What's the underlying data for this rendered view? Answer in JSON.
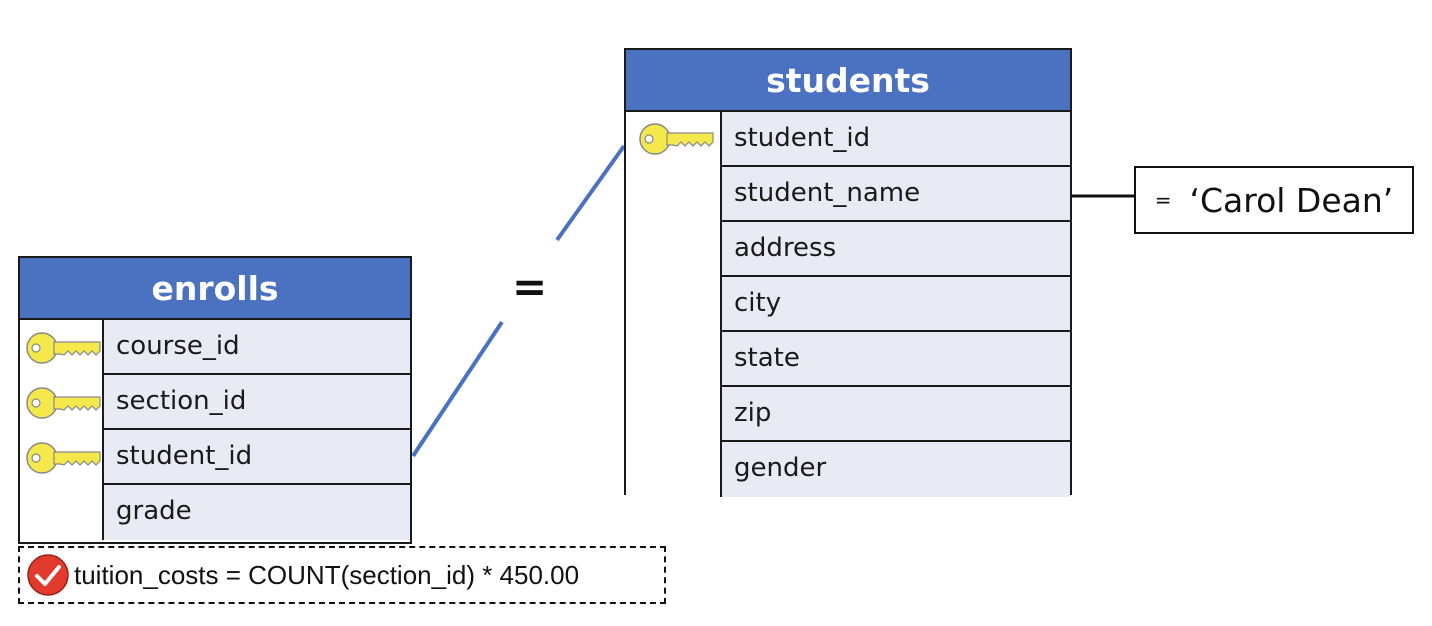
{
  "enrolls": {
    "title": "enrolls",
    "fields": [
      "course_id",
      "section_id",
      "student_id",
      "grade"
    ]
  },
  "students": {
    "title": "students",
    "fields": [
      "student_id",
      "student_name",
      "address",
      "city",
      "state",
      "zip",
      "gender"
    ]
  },
  "join": {
    "operator": "="
  },
  "filter": {
    "operator": "=",
    "value": "‘Carol Dean’"
  },
  "calculation": {
    "text": "tuition_costs = COUNT(section_id) * 450.00"
  },
  "colors": {
    "header": "#4a72c0",
    "row": "#e8eaf4",
    "connector": "#4a72c0",
    "key": "#f5e84a",
    "check": "#e23b2e"
  }
}
